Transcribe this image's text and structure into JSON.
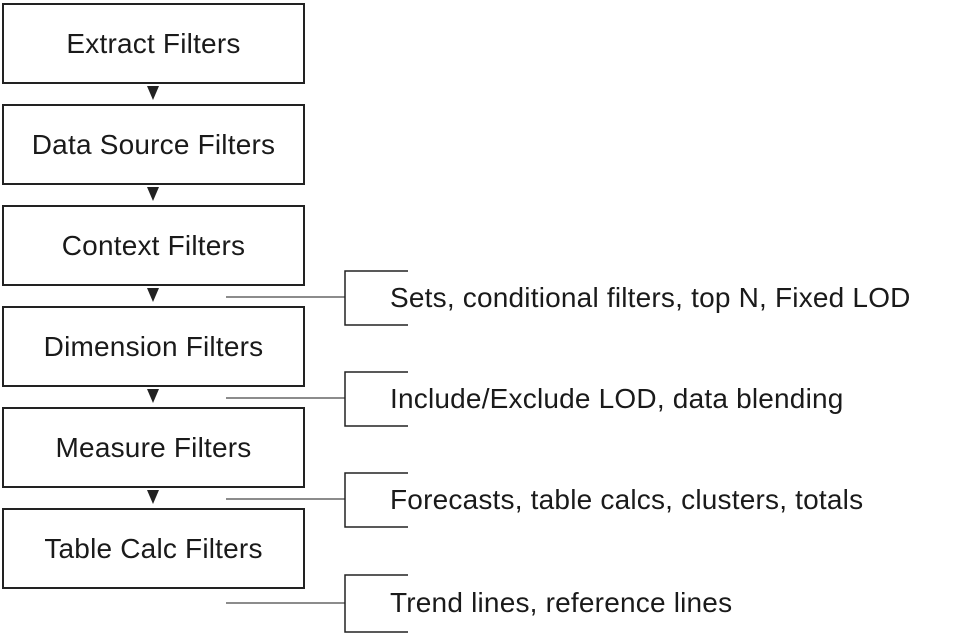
{
  "pipeline": {
    "stages": [
      {
        "label": "Extract Filters"
      },
      {
        "label": "Data Source Filters"
      },
      {
        "label": "Context Filters"
      },
      {
        "label": "Dimension Filters"
      },
      {
        "label": "Measure Filters"
      },
      {
        "label": "Table Calc Filters"
      }
    ],
    "notes": [
      {
        "label": "Sets, conditional filters, top N, Fixed LOD"
      },
      {
        "label": "Include/Exclude LOD, data blending"
      },
      {
        "label": "Forecasts, table calcs, clusters, totals"
      },
      {
        "label": "Trend lines, reference lines"
      }
    ]
  },
  "colors": {
    "line": "#222222",
    "connector": "#666666",
    "background": "#ffffff",
    "text": "#1a1a1a"
  }
}
